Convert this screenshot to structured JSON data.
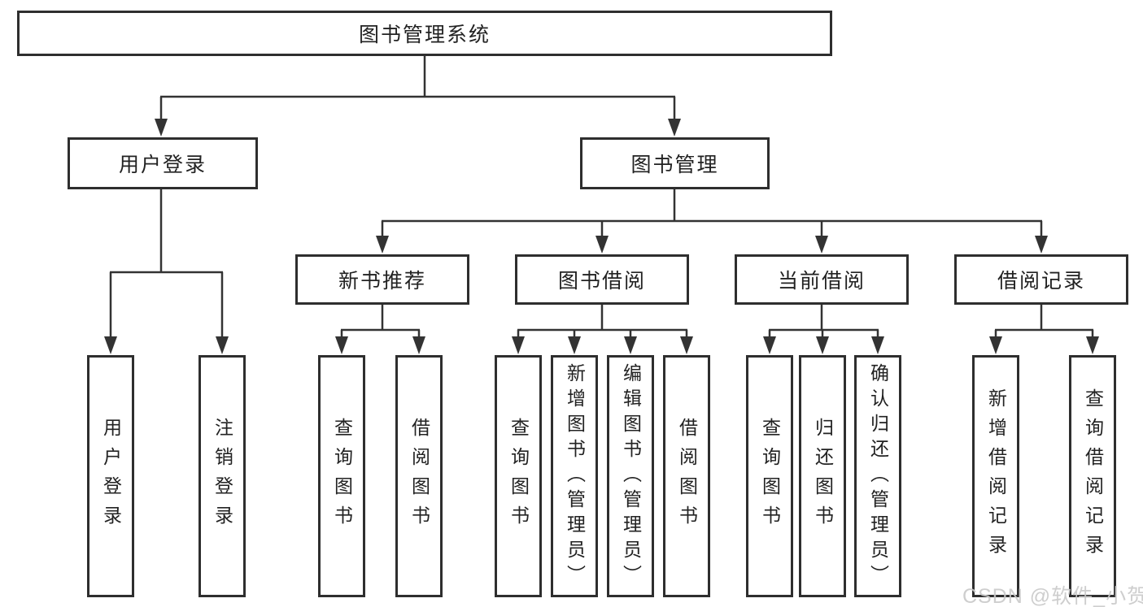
{
  "diagram": {
    "root": {
      "label": "图书管理系统"
    },
    "branches": [
      {
        "label": "用户登录",
        "children": [
          {
            "label": "用户登录"
          },
          {
            "label": "注销登录"
          }
        ]
      },
      {
        "label": "图书管理",
        "children": [
          {
            "label": "新书推荐",
            "children": [
              {
                "label": "查询图书"
              },
              {
                "label": "借阅图书"
              }
            ]
          },
          {
            "label": "图书借阅",
            "children": [
              {
                "label": "查询图书"
              },
              {
                "label": "新增图书（管理员）"
              },
              {
                "label": "编辑图书（管理员）"
              },
              {
                "label": "借阅图书"
              }
            ]
          },
          {
            "label": "当前借阅",
            "children": [
              {
                "label": "查询图书"
              },
              {
                "label": "归还图书"
              },
              {
                "label": "确认归还（管理员）"
              }
            ]
          },
          {
            "label": "借阅记录",
            "children": [
              {
                "label": "新增借阅记录"
              },
              {
                "label": "查询借阅记录"
              }
            ]
          }
        ]
      }
    ]
  },
  "watermark": {
    "text": "CSDN @软件_小贺同学"
  },
  "colors": {
    "line": "#333333",
    "box_border": "#2e2e2e",
    "box_background": "#ffffff",
    "text": "#222222",
    "watermark_text": "#c9c9c9",
    "page_background": "#ffffff"
  }
}
